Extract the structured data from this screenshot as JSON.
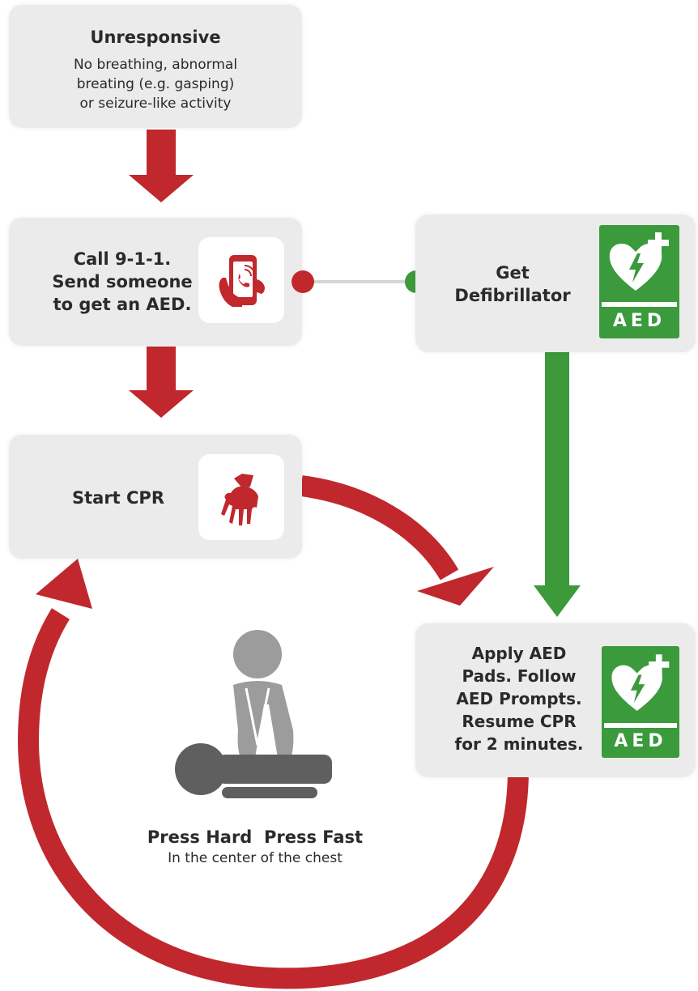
{
  "colors": {
    "red": "#c0282d",
    "green": "#3c9a3a",
    "box": "#ebebeb",
    "gray_dark": "#5f5f5f",
    "gray_light": "#9c9c9c"
  },
  "boxes": {
    "unresponsive": {
      "title": "Unresponsive",
      "lines": [
        "No breathing, abnormal",
        "breating (e.g. gasping)",
        "or seizure-like activity"
      ]
    },
    "call": {
      "lines": [
        "Call 9-1-1.",
        "Send someone",
        "to get an AED."
      ],
      "icon": "phone-icon"
    },
    "defib": {
      "lines": [
        "Get",
        "Defibrillator"
      ],
      "icon": "aed-icon",
      "badge": "AED"
    },
    "cpr": {
      "label": "Start CPR",
      "icon": "hands-icon"
    },
    "apply": {
      "lines": [
        "Apply AED",
        "Pads. Follow",
        "AED Prompts.",
        "Resume CPR",
        "for 2 minutes."
      ],
      "icon": "aed-icon",
      "badge": "AED"
    }
  },
  "center": {
    "headline": "Press Hard  Press Fast",
    "subline": "In the center of the chest",
    "icon": "cpr-figure-icon"
  }
}
